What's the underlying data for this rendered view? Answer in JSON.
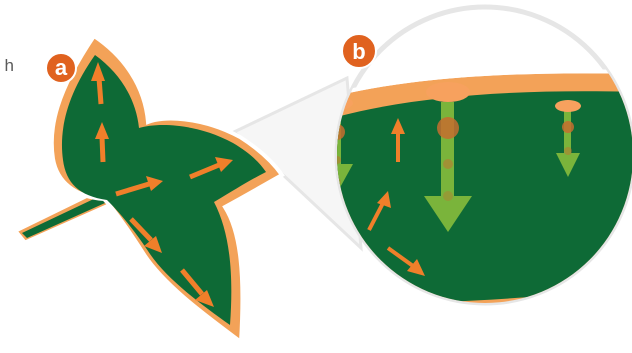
{
  "side_text": "h",
  "badges": {
    "a": "a",
    "b": "b"
  },
  "colors": {
    "leaf_green": "#0e6a36",
    "outline_orange": "#f3a258",
    "arrow_orange": "#f07f2a",
    "arrow_green": "#7ab43b",
    "badge_orange": "#e0621f",
    "badge_text": "#ffffff",
    "magnifier_ring": "#e6e6e6",
    "side_text_color": "#5a5a5a"
  }
}
